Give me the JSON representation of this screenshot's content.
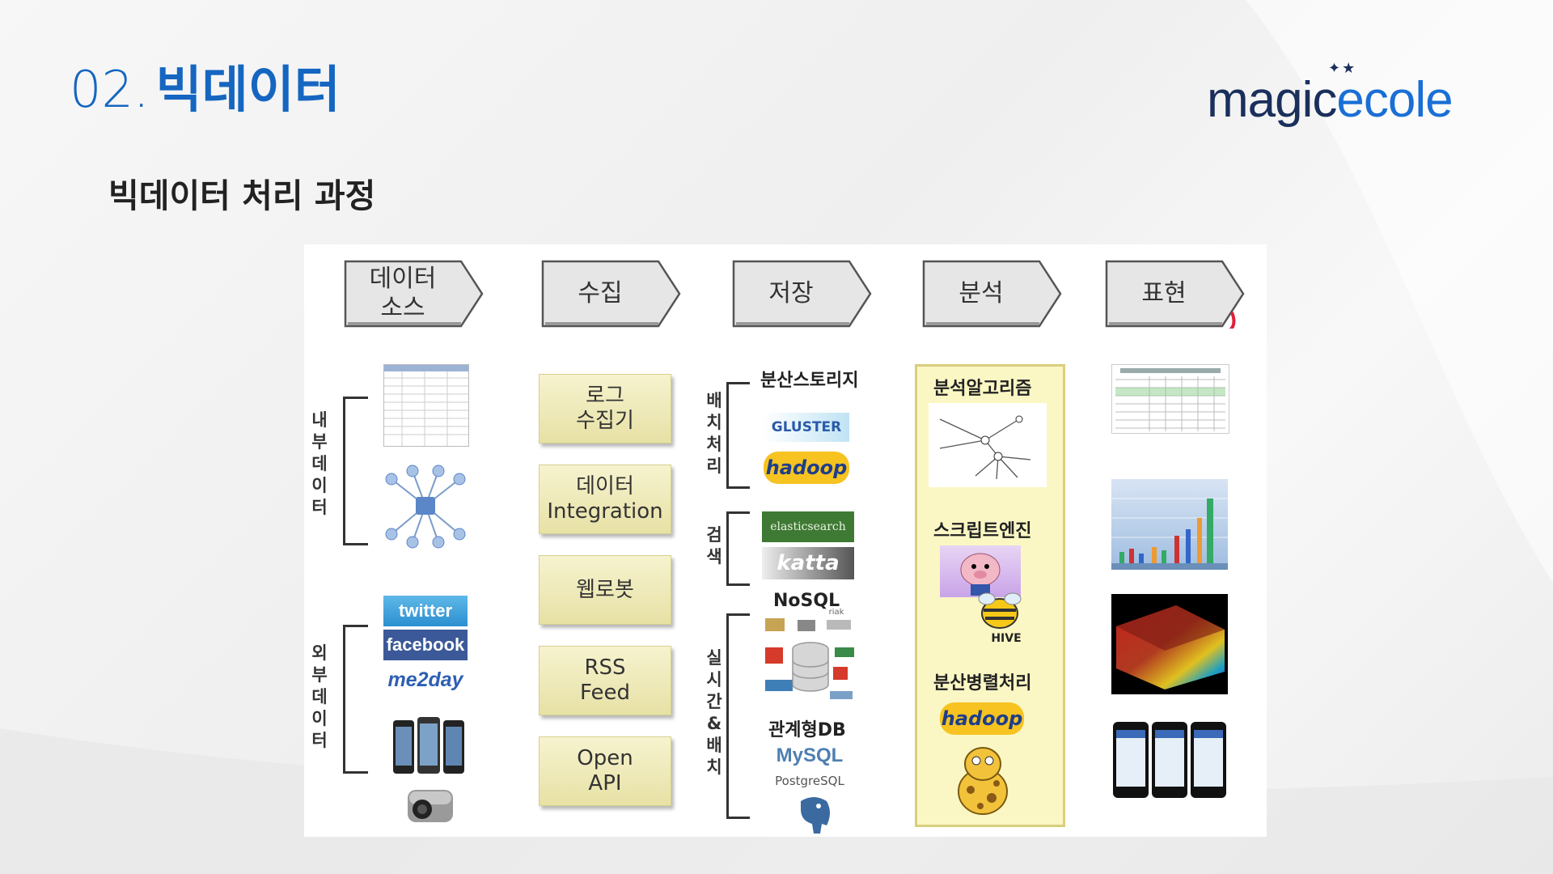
{
  "header": {
    "number": "02.",
    "title": "빅데이터"
  },
  "brand": {
    "prefix": "magic",
    "accent": "ecole",
    "accent_color": "#1a6fd6"
  },
  "subtitle": "빅데이터 처리 과정",
  "stages": [
    "데이터\n소스",
    "수집",
    "저장",
    "분석",
    "표현"
  ],
  "sources": {
    "internal_label": "내부데이터",
    "external_label": "외부데이터",
    "social": [
      "twitter",
      "facebook",
      "me2day"
    ]
  },
  "collection": [
    "로그\n수집기",
    "데이터\nIntegration",
    "웹로봇",
    "RSS\nFeed",
    "Open\nAPI"
  ],
  "storage": {
    "batch_label": "배치처리",
    "search_label": "검색",
    "realtime_label": "실시간&배치",
    "distributed_storage": "분산스토리지",
    "nosql": "NoSQL",
    "relational": "관계형DB",
    "logos": {
      "gluster": "GLUSTER",
      "hadoop": "hadoop",
      "elastic": "elasticsearch",
      "katta": "katta",
      "mysql": "MySQL",
      "postgres": "PostgreSQL",
      "riak": "riak"
    }
  },
  "analysis": {
    "algorithms": "분석알고리즘",
    "script_engine": "스크립트엔진",
    "parallel": "분산병렬처리",
    "hive": "HIVE",
    "hadoop": "hadoop"
  },
  "colors": {
    "title_blue": "#1566c0",
    "box_yellow": "#f6f3cf",
    "panel_yellow": "#fbf7c4"
  }
}
